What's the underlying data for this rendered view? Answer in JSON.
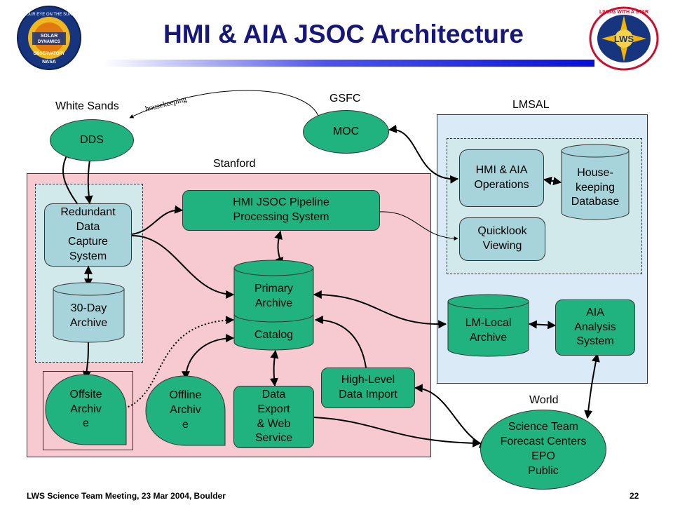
{
  "title": "HMI & AIA JSOC Architecture",
  "logos": {
    "left": {
      "lines": [
        "OUR EYE ON THE SUN",
        "SOLAR",
        "DYNAMICS",
        "OBSERVATORY",
        "NASA"
      ],
      "colors": [
        "#1e3c8c",
        "#f0c020"
      ]
    },
    "right": {
      "lines": [
        "LIVING WITH A STAR",
        "LWS"
      ],
      "colors": [
        "#c8102e",
        "#f2b500"
      ]
    }
  },
  "regions": {
    "white_sands": "White Sands",
    "gsfc": "GSFC",
    "lmsal": "LMSAL",
    "stanford": "Stanford",
    "world": "World"
  },
  "nodes": {
    "dds": "DDS",
    "moc": "MOC",
    "rdcs": "Redundant\nData\nCapture\nSystem",
    "archive30": "30-Day\nArchive",
    "offsite": "Offsite\nArchiv\ne",
    "pipeline": "HMI JSOC Pipeline\nProcessing System",
    "primary": "Primary\nArchive",
    "catalog": "Catalog",
    "offline": "Offline\nArchiv\ne",
    "export": "Data\nExport\n& Web\nService",
    "import": "High-Level\nData Import",
    "ops": "HMI & AIA\nOperations",
    "housekeeping_db": "House-\nkeeping\nDatabase",
    "quicklook": "Quicklook\nViewing",
    "lmlocal": "LM-Local\nArchive",
    "aia_analysis": "AIA\nAnalysis\nSystem",
    "world": "Science Team\nForecast Centers\nEPO\nPublic"
  },
  "edge_labels": {
    "housekeeping": "housekeeping"
  },
  "colors": {
    "stanford_bg": "#f7c9d1",
    "lmsal_bg": "#daeaf7",
    "inner_bg": "#d2e9ec",
    "node_teal": "#a7d3da",
    "node_green": "#21b37f"
  },
  "footer": {
    "left": "LWS Science Team Meeting, 23 Mar 2004, Boulder",
    "page": "22"
  }
}
